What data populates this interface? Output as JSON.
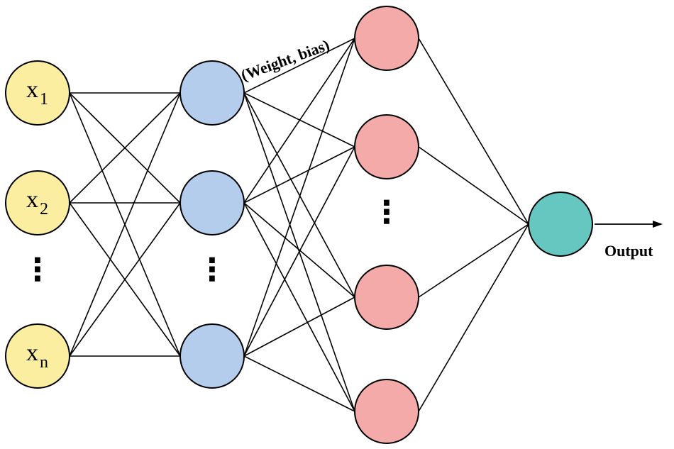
{
  "diagram": {
    "colors": {
      "input": "#fbeea0",
      "hidden1": "#b4cdec",
      "hidden2": "#f4aaa9",
      "output": "#66c6c0",
      "line": "#000000"
    },
    "input_nodes": [
      {
        "base": "x",
        "sub": "1"
      },
      {
        "base": "x",
        "sub": "2"
      },
      {
        "base": "x",
        "sub": "n"
      }
    ],
    "hidden1_count": 3,
    "hidden2_count": 4,
    "output_count": 1,
    "ellipsis": "⋮",
    "weight_label": "(Weight, bias)",
    "output_label": "Output"
  }
}
